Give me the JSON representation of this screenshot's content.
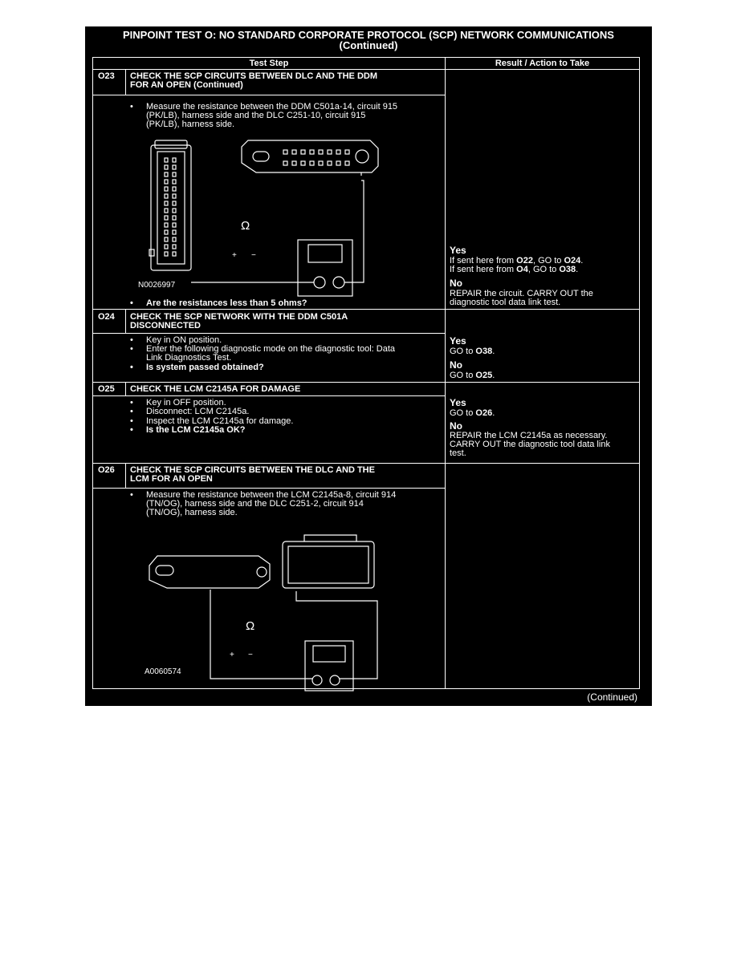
{
  "title": {
    "line1": "PINPOINT TEST  O: NO STANDARD CORPORATE PROTOCOL (SCP) NETWORK COMMUNICATIONS",
    "line2": "(Continued)"
  },
  "headers": {
    "test_step": "Test Step",
    "result": "Result / Action to Take"
  },
  "steps": {
    "o23": {
      "num": "O23",
      "title": "CHECK THE SCP CIRCUITS BETWEEN DLC AND THE DDM\nFOR AN OPEN (Continued)",
      "bullet1": "Measure the resistance between the DDM C501a-14, circuit 915\n(PK/LB), harness side and the DLC C251-10, circuit 915\n(PK/LB), harness side.",
      "figure_id": "N0026997",
      "question": "Are the resistances less than 5 ohms?",
      "yes_label": "Yes",
      "yes_text1_a": "If sent here from ",
      "yes_text1_b": "O22",
      "yes_text1_c": ", GO to ",
      "yes_text1_d": "O24",
      "yes_text1_e": ".",
      "yes_text2_a": "If sent here from ",
      "yes_text2_b": "O4",
      "yes_text2_c": ", GO to ",
      "yes_text2_d": "O38",
      "yes_text2_e": ".",
      "no_label": "No",
      "no_text": "REPAIR the circuit. CARRY OUT the\ndiagnostic tool data link test."
    },
    "o24": {
      "num": "O24",
      "title": "CHECK THE SCP NETWORK WITH THE DDM C501A\nDISCONNECTED",
      "bullet1": "Key in ON position.",
      "bullet2": "Enter the following diagnostic mode on the diagnostic tool: Data\nLink Diagnostics Test.",
      "question": "Is system passed obtained?",
      "yes_label": "Yes",
      "yes_a": "GO to ",
      "yes_b": "O38",
      "yes_c": ".",
      "no_label": "No",
      "no_a": "GO to ",
      "no_b": "O25",
      "no_c": "."
    },
    "o25": {
      "num": "O25",
      "title": "CHECK THE LCM C2145A FOR DAMAGE",
      "bullet1": "Key in OFF position.",
      "bullet2": "Disconnect: LCM C2145a.",
      "bullet3": "Inspect the LCM C2145a for damage.",
      "question": "Is the LCM C2145a OK?",
      "yes_label": "Yes",
      "yes_a": "GO to ",
      "yes_b": "O26",
      "yes_c": ".",
      "no_label": "No",
      "no_text": "REPAIR the LCM C2145a as necessary.\nCARRY OUT the diagnostic tool data link\ntest."
    },
    "o26": {
      "num": "O26",
      "title": "CHECK THE SCP CIRCUITS BETWEEN THE DLC AND THE\nLCM FOR AN OPEN",
      "bullet1": "Measure the resistance between the LCM C2145a-8, circuit 914\n(TN/OG), harness side and the DLC C251-2, circuit 914\n(TN/OG), harness side.",
      "figure_id": "A0060574"
    }
  },
  "bullet_char": "•",
  "meter_symbol": "Ω",
  "plus": "+",
  "minus": "−",
  "continued": "(Continued)"
}
